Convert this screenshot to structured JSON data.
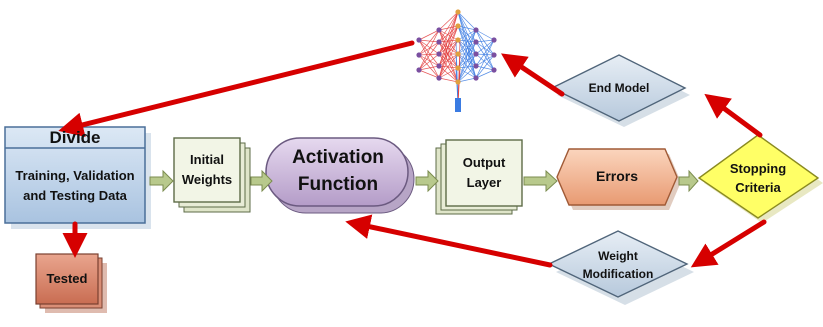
{
  "diagram": {
    "divide_title": "Divide",
    "divide_body": "Training, Validation and Testing Data",
    "tested": "Tested",
    "initial_weights": "Initial Weights",
    "activation_function": "Activation Function",
    "output_layer": "Output Layer",
    "errors": "Errors",
    "stopping_criteria": "Stopping Criteria",
    "end_model": "End Model",
    "weight_modification": "Weight Modification"
  },
  "colors": {
    "divide_fill": "#bcd3ea",
    "divide_stroke": "#4a6f99",
    "tested_fill": "#d9826a",
    "box_fill": "#eef2df",
    "box_stroke": "#5d6b47",
    "activation_fill": "#c9b3d9",
    "activation_stroke": "#6b5a80",
    "errors_fill": "#f2b08f",
    "stopping_fill": "#ffff66",
    "diamond_fill": "#d0dde9",
    "arrow_red": "#d60000",
    "arrow_green": "#b8c98c",
    "nn_red": "#e23a3a",
    "nn_blue": "#3a7be2"
  }
}
